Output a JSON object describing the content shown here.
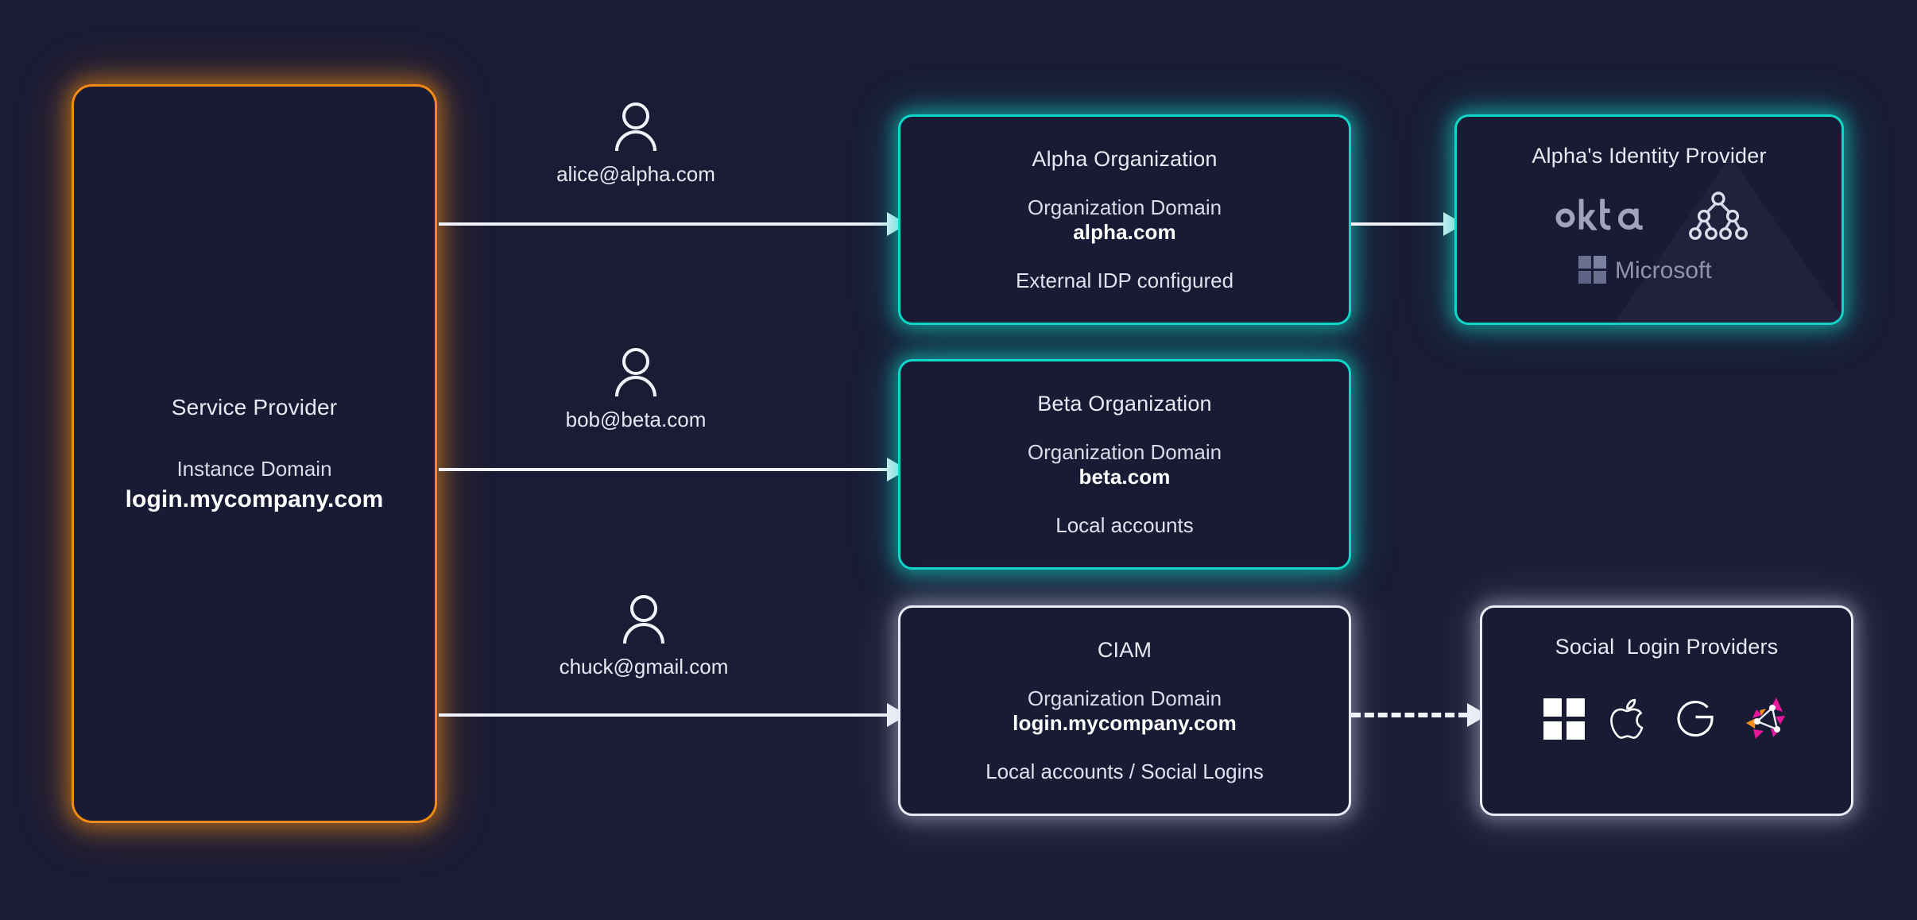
{
  "theme": {
    "background": "#1a1b35",
    "panel": "#191a33",
    "orange": "#f08a12",
    "cyan": "#0fd6c6",
    "white": "#e9eaf5",
    "text": "#e6e7f1"
  },
  "service_provider": {
    "title": "Service Provider",
    "domain_label": "Instance Domain",
    "domain_value": "login.mycompany.com"
  },
  "users": [
    {
      "icon": "user-icon",
      "email": "alice@alpha.com"
    },
    {
      "icon": "user-icon",
      "email": "bob@beta.com"
    },
    {
      "icon": "user-icon",
      "email": "chuck@gmail.com"
    }
  ],
  "organizations": [
    {
      "name": "Alpha Organization",
      "domain_label": "Organization Domain",
      "domain_value": "alpha.com",
      "note": "External IDP configured",
      "accent": "#0fd6c6"
    },
    {
      "name": "Beta Organization",
      "domain_label": "Organization Domain",
      "domain_value": "beta.com",
      "note": "Local accounts",
      "accent": "#0fd6c6"
    },
    {
      "name": "CIAM",
      "domain_label": "Organization Domain",
      "domain_value": "login.mycompany.com",
      "note": "Local accounts / Social Logins",
      "accent": "#e9eaf5"
    }
  ],
  "identity_provider": {
    "title": "Alpha's Identity Provider",
    "accent": "#0fd6c6",
    "logos": [
      {
        "name": "okta-logo",
        "label": "okta"
      },
      {
        "name": "ldap-tree-icon",
        "label": ""
      },
      {
        "name": "microsoft-logo",
        "label": "Microsoft"
      }
    ]
  },
  "social_providers": {
    "title": "Social  Login Providers",
    "accent": "#e9eaf5",
    "logos": [
      {
        "name": "windows-logo",
        "label": ""
      },
      {
        "name": "apple-logo",
        "label": ""
      },
      {
        "name": "google-logo",
        "label": ""
      },
      {
        "name": "auth-network-logo",
        "label": ""
      }
    ]
  },
  "arrows": [
    {
      "name": "arrow-alice-to-alpha",
      "style": "solid"
    },
    {
      "name": "arrow-bob-to-beta",
      "style": "solid"
    },
    {
      "name": "arrow-chuck-to-ciam",
      "style": "solid"
    },
    {
      "name": "arrow-alpha-to-idp",
      "style": "solid"
    },
    {
      "name": "arrow-ciam-to-social",
      "style": "dashed"
    }
  ]
}
